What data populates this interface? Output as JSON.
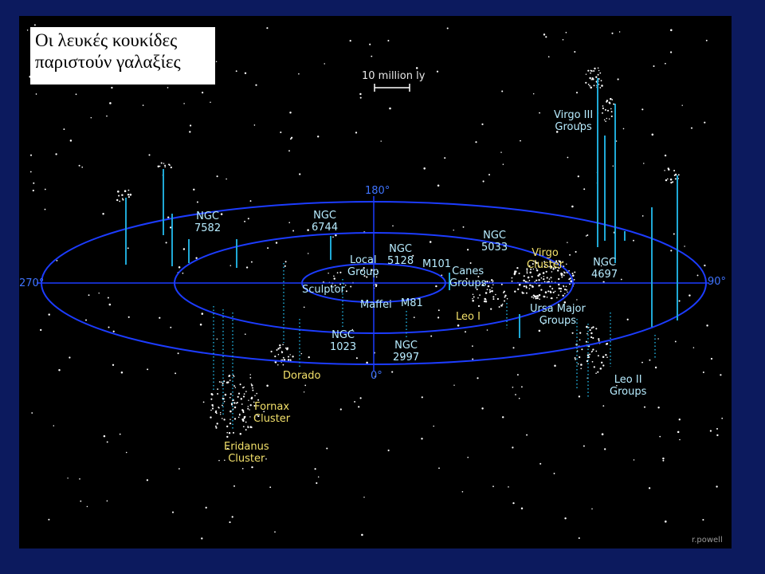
{
  "caption": {
    "line1": "Οι λευκές κουκίδες",
    "line2": "παριστούν γαλαξίες"
  },
  "scale_bar": {
    "label": "10 million ly"
  },
  "angles": {
    "a180": "180°",
    "a0": "0°",
    "a270": "270°",
    "a90": "90°"
  },
  "regions": {
    "virgo3": "Virgo III\nGroups",
    "ngc7582": "NGC\n7582",
    "ngc6744": "NGC\n6744",
    "ngc5033": "NGC\n5033",
    "ngc5128": "NGC\n5128",
    "local_group": "Local\nGroup",
    "m101": "M101",
    "canes": "Canes\nGroups",
    "virgo": "Virgo\nCluster",
    "ngc4697": "NGC\n4697",
    "sculptor": "Sculptor",
    "maffei": "Maffei",
    "m81": "M81",
    "leo1": "Leo I",
    "ursa": "Ursa Major\nGroups",
    "ngc1023": "NGC\n1023",
    "ngc2997": "NGC\n2997",
    "leo2": "Leo II\nGroups",
    "dorado": "Dorado",
    "fornax": "Fornax\nCluster",
    "eridanus": "Eridanus\nCluster"
  },
  "credit": "r.powell",
  "colors": {
    "page_border": "#0c1a5e",
    "sky": "#000000",
    "grid_lines": "#1c3cff",
    "galaxy_lines": "#1fa9d6",
    "cyan_labels": "#b7ecff",
    "yellow_labels": "#f2e06a"
  }
}
